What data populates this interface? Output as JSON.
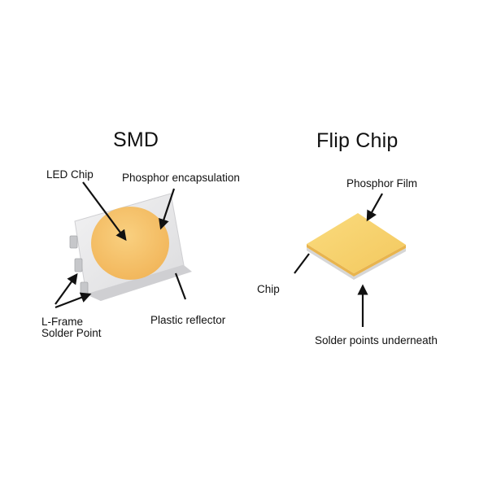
{
  "smd": {
    "title": "SMD",
    "labels": {
      "led_chip": "LED Chip",
      "phosphor_encapsulation": "Phosphor encapsulation",
      "l_frame_line1": "L-Frame",
      "l_frame_line2": "Solder Point",
      "plastic_reflector": "Plastic reflector"
    },
    "colors": {
      "body": "#e6e6e8",
      "phosphor": "#f5c46c",
      "lead": "#cfd0d3"
    }
  },
  "flip_chip": {
    "title": "Flip Chip",
    "labels": {
      "phosphor_film": "Phosphor Film",
      "chip": "Chip",
      "solder_points": "Solder points underneath"
    },
    "colors": {
      "film": "#f7d070",
      "film_edge": "#e9b850",
      "base": "#d9d9d9"
    }
  }
}
